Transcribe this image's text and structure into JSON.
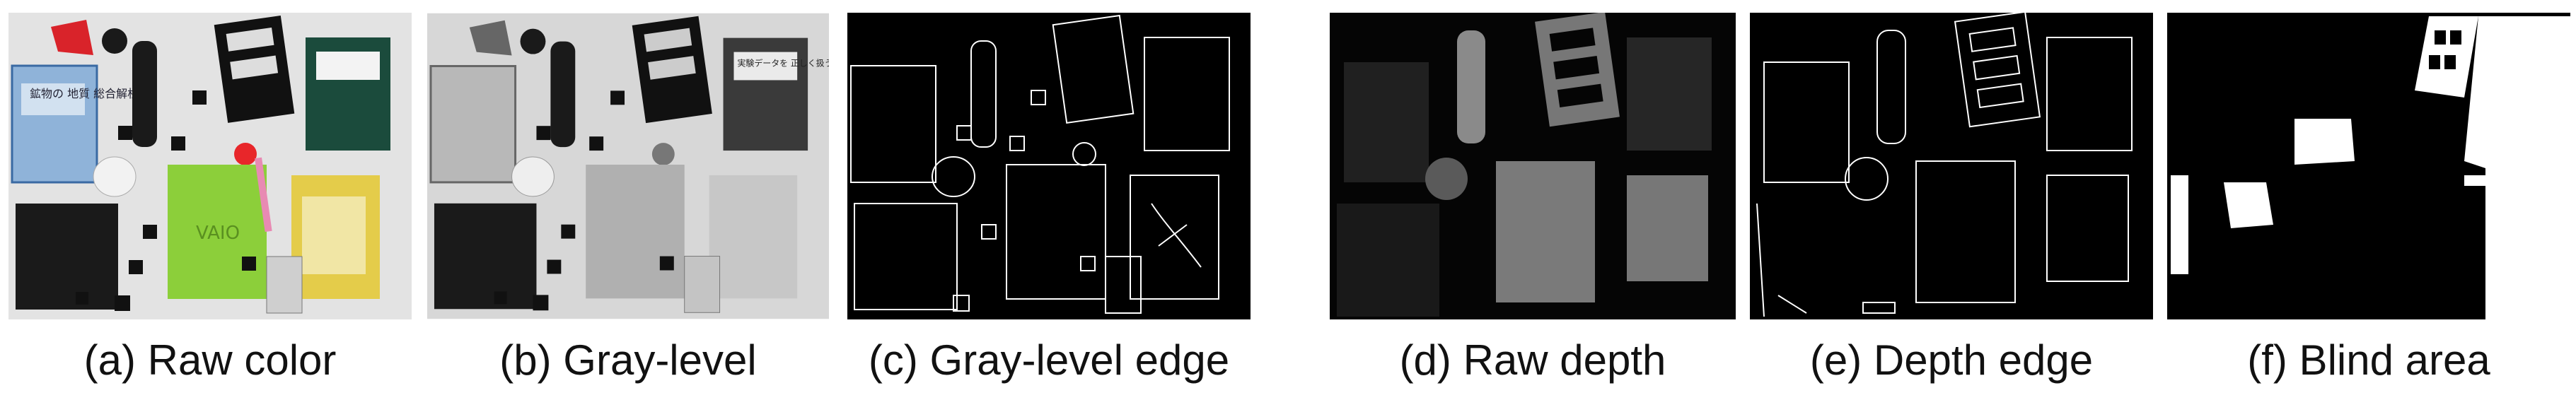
{
  "figure": {
    "captions": {
      "a": "(a) Raw color",
      "b": "(b) Gray-level",
      "c": "(c) Gray-level edge",
      "d": "(d) Raw depth",
      "e": "(e) Depth edge",
      "f": "(f) Blind area"
    },
    "book_text": {
      "book_title": "鉱物の\n地質\n総合解析",
      "book_title_2": "実験データを\n正しく扱うために"
    },
    "logo_text": "VAIO",
    "colors": {
      "background_panel": "#e3e3e3",
      "notebook_blue": "#8fb3d9",
      "laptop_green": "#8ccf3a",
      "book_green": "#1b4b3c",
      "book_yellow": "#e4cc4a",
      "red_item": "#e8262a",
      "black_item": "#1a1a1a",
      "edge_white": "#ffffff",
      "depth_gray": "#7a7a7a"
    }
  }
}
